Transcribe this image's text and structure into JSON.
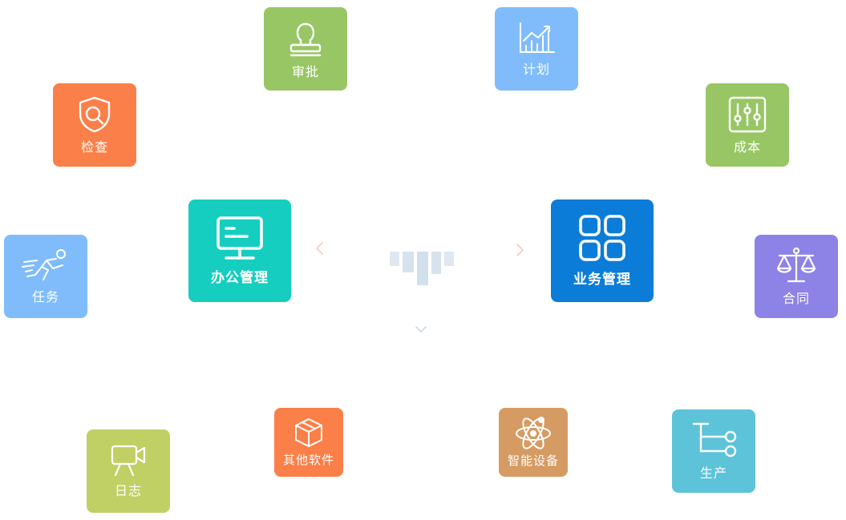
{
  "colors": {
    "green": "#98c665",
    "light_blue": "#80bcfb",
    "orange": "#fb7f48",
    "teal": "#15cec0",
    "blue": "#0b7dd8",
    "purple": "#8d82e6",
    "olive": "#c0d065",
    "tan": "#d69b62",
    "cyan": "#5dc3d8"
  },
  "center": {
    "left_label": "办公管理",
    "left_icon": "monitor-icon",
    "right_label": "业务管理",
    "right_icon": "grid-icon",
    "logo_icon": "center-logo-icon"
  },
  "modules": {
    "approval": {
      "label": "审批",
      "icon": "stamp-icon"
    },
    "plan": {
      "label": "计划",
      "icon": "chart-growth-icon"
    },
    "inspect": {
      "label": "检查",
      "icon": "shield-search-icon"
    },
    "cost": {
      "label": "成本",
      "icon": "sliders-icon"
    },
    "task": {
      "label": "任务",
      "icon": "running-person-icon"
    },
    "contract": {
      "label": "合同",
      "icon": "scales-icon"
    },
    "log": {
      "label": "日志",
      "icon": "video-camera-icon"
    },
    "other_software": {
      "label": "其他软件",
      "icon": "box-icon"
    },
    "smart_device": {
      "label": "智能设备",
      "icon": "atom-icon"
    },
    "production": {
      "label": "生产",
      "icon": "flow-branch-icon"
    }
  }
}
